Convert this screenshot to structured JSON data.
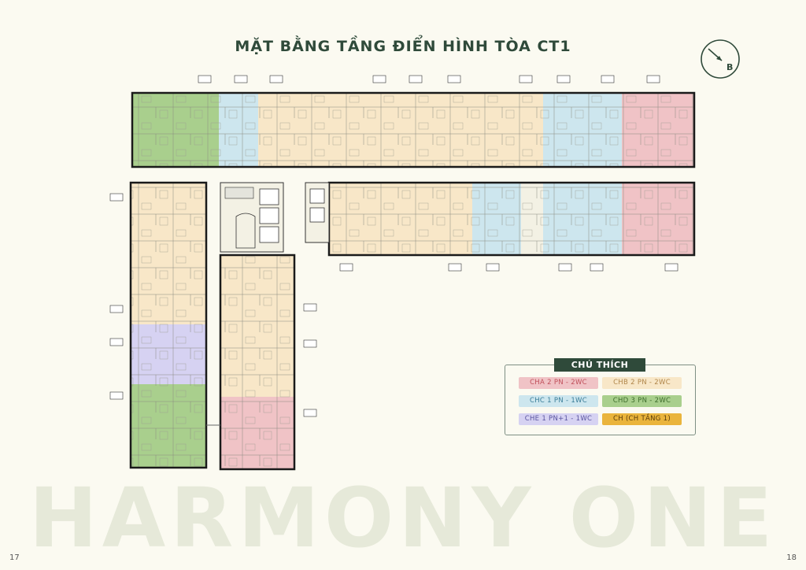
{
  "title": "MẶT BẰNG TẦNG ĐIỂN HÌNH TÒA CT1",
  "compass_label": "B",
  "legend": {
    "heading": "CHÚ THÍCH",
    "items": [
      {
        "label": "CHA 2 PN - 2WC",
        "color": "#f0c3c6",
        "text_color": "#c0505b"
      },
      {
        "label": "CHB 2 PN - 2WC",
        "color": "#f8e7c8",
        "text_color": "#b0864a"
      },
      {
        "label": "CHC 1 PN - 1WC",
        "color": "#cde6ee",
        "text_color": "#3a7d98"
      },
      {
        "label": "CHD 3 PN - 2WC",
        "color": "#a9cf8d",
        "text_color": "#3e6d2c"
      },
      {
        "label": "CHE 1 PN+1 - 1WC",
        "color": "#d6d2f2",
        "text_color": "#5a55a0"
      },
      {
        "label": "CH (CH TẦNG 1)",
        "color": "#eab43c",
        "text_color": "#5a3d0c"
      }
    ]
  },
  "watermark": "HARMONY ONE",
  "page_left": "17",
  "page_right": "18"
}
